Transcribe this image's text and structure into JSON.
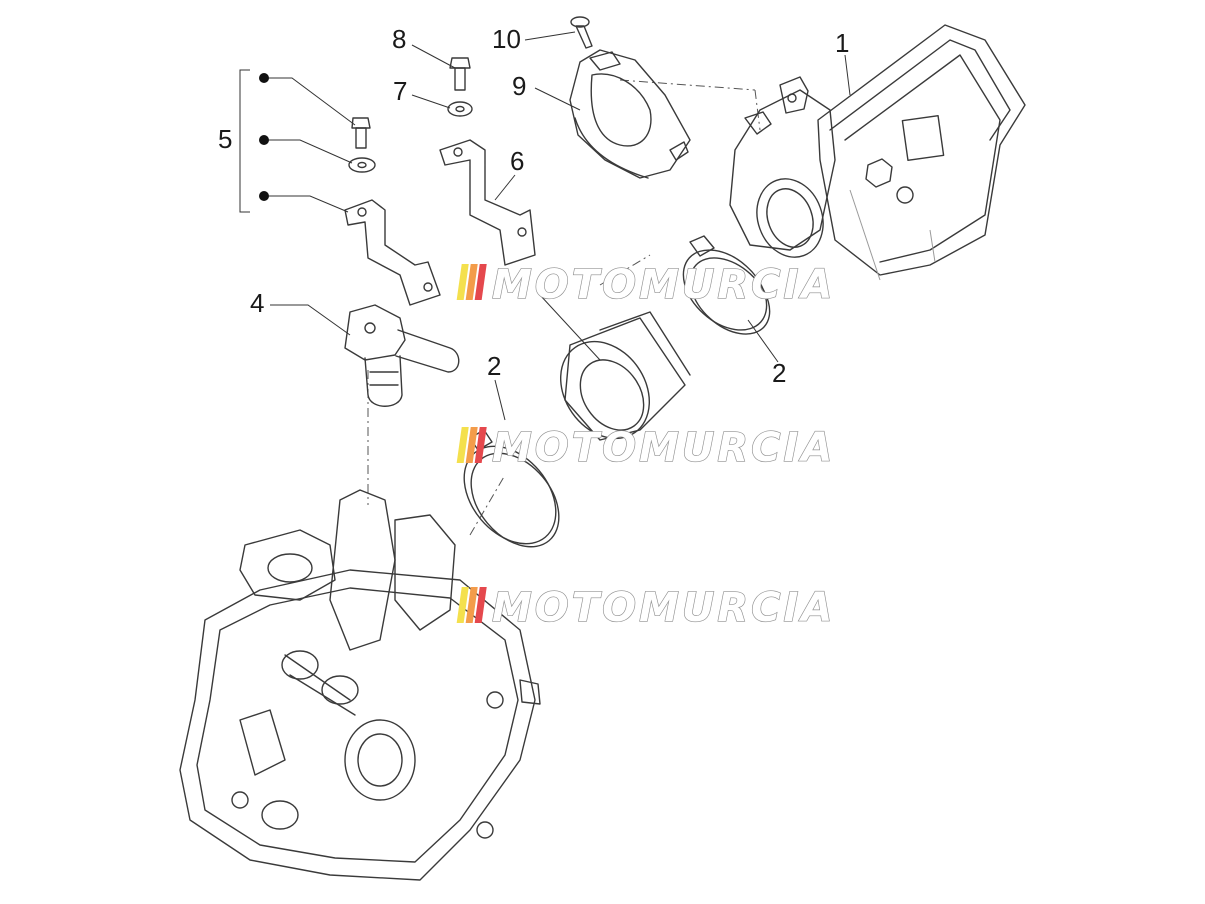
{
  "callouts": {
    "c1": "1",
    "c2a": "2",
    "c2b": "2",
    "c4": "4",
    "c5": "5",
    "c6": "6",
    "c7": "7",
    "c8": "8",
    "c9": "9",
    "c10": "10"
  },
  "watermark": {
    "text": "MOTOMURCIA",
    "stripe_colors": [
      "#f4e04d",
      "#f39c4a",
      "#e5484d"
    ]
  }
}
